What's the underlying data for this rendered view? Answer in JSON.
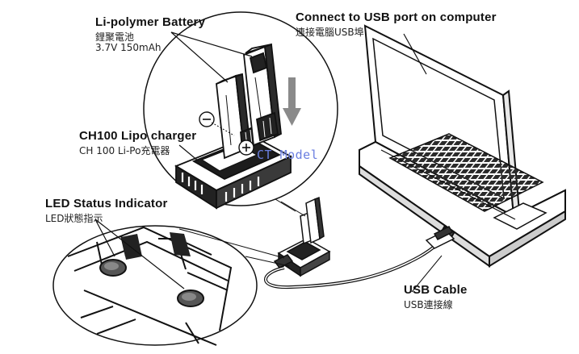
{
  "labels": {
    "battery": {
      "title": "Li-polymer Battery",
      "cn": "鋰聚電池",
      "spec": "3.7V 150mAh"
    },
    "usb_port": {
      "title": "Connect to USB port on computer",
      "cn": "連接電腦USB埠"
    },
    "charger": {
      "title": "CH100 Lipo charger",
      "cn": "CH 100 Li-Po充電器"
    },
    "led": {
      "title": "LED Status Indicator",
      "cn": "LED狀態指示"
    },
    "cable": {
      "title": "USB Cable",
      "cn": "USB連接線"
    }
  },
  "watermark": "CT Model",
  "polarity": {
    "negative": "−",
    "positive": "+"
  }
}
